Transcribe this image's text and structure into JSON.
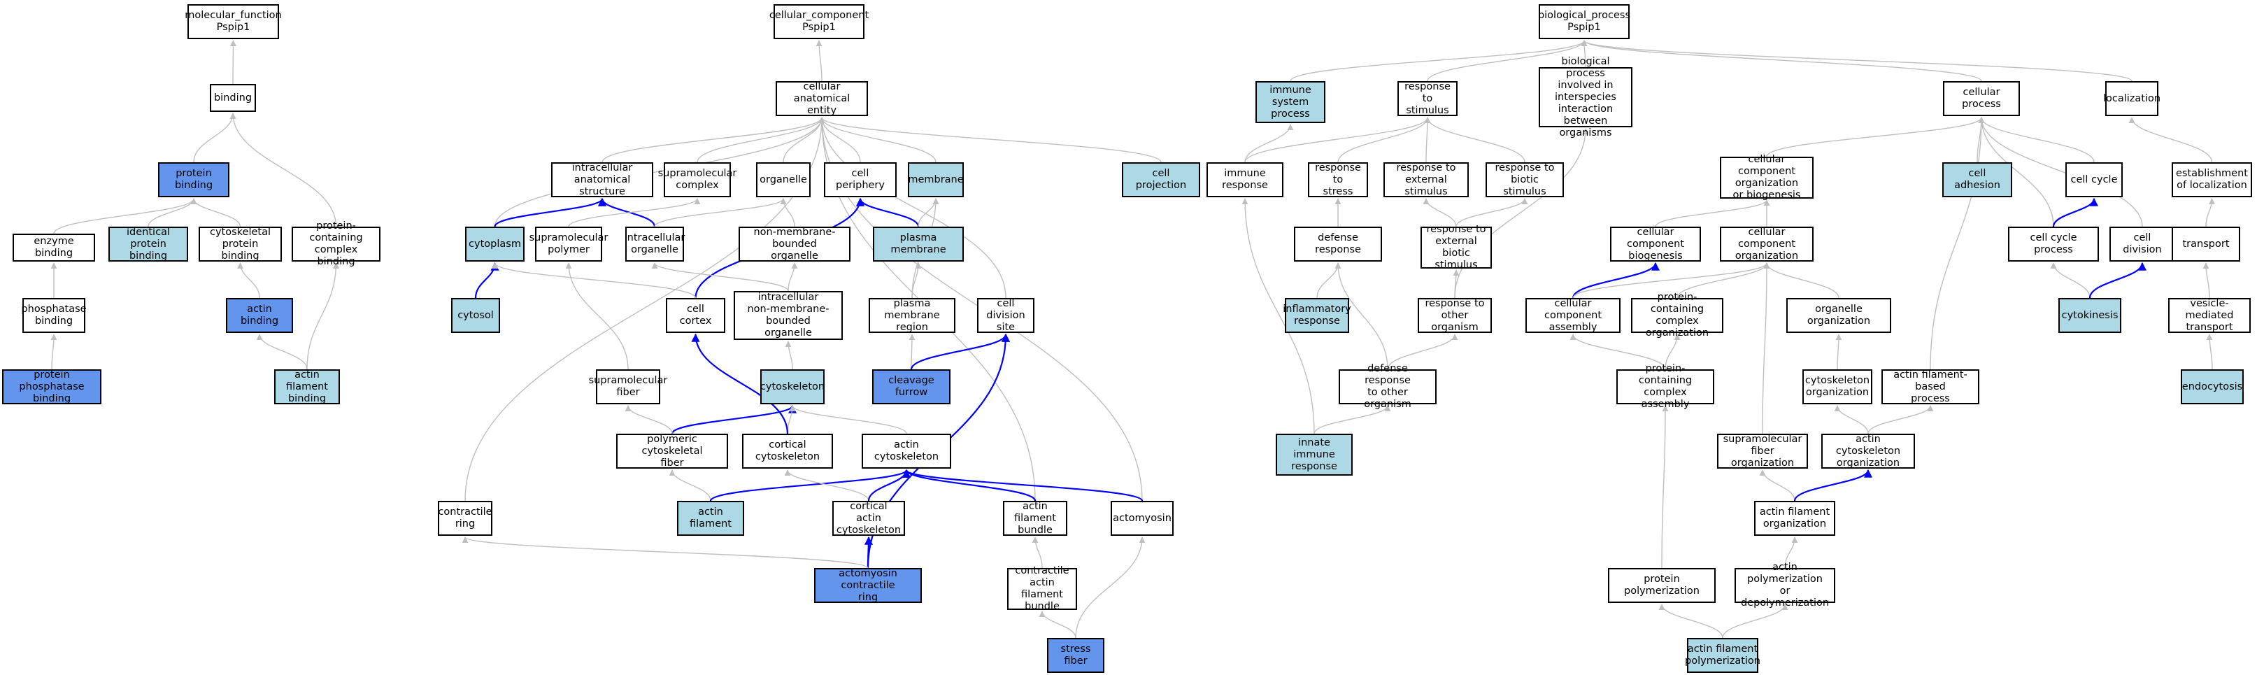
{
  "colors": {
    "white": "#ffffff",
    "light": "#add8e6",
    "blue": "#6495ed",
    "edge_gray": "#bfbfbf",
    "edge_blue": "#0000ff"
  },
  "nodes": [
    {
      "id": "mf",
      "label": "molecular_function\nPspip1",
      "fill": "white"
    },
    {
      "id": "binding",
      "label": "binding",
      "fill": "white"
    },
    {
      "id": "protein_binding",
      "label": "protein binding",
      "fill": "blue"
    },
    {
      "id": "enzyme_binding",
      "label": "enzyme binding",
      "fill": "white"
    },
    {
      "id": "identical_protein_binding",
      "label": "identical protein\nbinding",
      "fill": "light"
    },
    {
      "id": "cytoskeletal_protein_binding",
      "label": "cytoskeletal\nprotein binding",
      "fill": "white"
    },
    {
      "id": "protein_containing_complex_binding",
      "label": "protein-containing\ncomplex binding",
      "fill": "white"
    },
    {
      "id": "phosphatase_binding",
      "label": "phosphatase\nbinding",
      "fill": "white"
    },
    {
      "id": "actin_binding",
      "label": "actin binding",
      "fill": "blue"
    },
    {
      "id": "protein_phosphatase_binding",
      "label": "protein phosphatase\nbinding",
      "fill": "blue"
    },
    {
      "id": "actin_filament_binding",
      "label": "actin filament\nbinding",
      "fill": "light"
    },
    {
      "id": "cc",
      "label": "cellular_component\nPspip1",
      "fill": "white"
    },
    {
      "id": "cae",
      "label": "cellular anatomical\nentity",
      "fill": "white"
    },
    {
      "id": "ias",
      "label": "intracellular\nanatomical structure",
      "fill": "white"
    },
    {
      "id": "supcomplex",
      "label": "supramolecular\ncomplex",
      "fill": "white"
    },
    {
      "id": "organelle",
      "label": "organelle",
      "fill": "white"
    },
    {
      "id": "cell_periphery",
      "label": "cell periphery",
      "fill": "white"
    },
    {
      "id": "membrane",
      "label": "membrane",
      "fill": "light"
    },
    {
      "id": "cell_projection",
      "label": "cell projection",
      "fill": "light"
    },
    {
      "id": "cytoplasm",
      "label": "cytoplasm",
      "fill": "light"
    },
    {
      "id": "suppolymer",
      "label": "supramolecular\npolymer",
      "fill": "white"
    },
    {
      "id": "ic_organelle",
      "label": "intracellular\norganelle",
      "fill": "white"
    },
    {
      "id": "nmbo",
      "label": "non-membrane-bounded\norganelle",
      "fill": "white"
    },
    {
      "id": "plasma_membrane",
      "label": "plasma membrane",
      "fill": "light"
    },
    {
      "id": "cytosol",
      "label": "cytosol",
      "fill": "light"
    },
    {
      "id": "cell_cortex",
      "label": "cell cortex",
      "fill": "white"
    },
    {
      "id": "icnmbo",
      "label": "intracellular\nnon-membrane-bounded\norganelle",
      "fill": "white"
    },
    {
      "id": "pm_region",
      "label": "plasma membrane\nregion",
      "fill": "white"
    },
    {
      "id": "cds",
      "label": "cell division\nsite",
      "fill": "white"
    },
    {
      "id": "supfiber",
      "label": "supramolecular\nfiber",
      "fill": "white"
    },
    {
      "id": "cytoskeleton",
      "label": "cytoskeleton",
      "fill": "light"
    },
    {
      "id": "cleavage_furrow",
      "label": "cleavage furrow",
      "fill": "blue"
    },
    {
      "id": "pcf",
      "label": "polymeric cytoskeletal\nfiber",
      "fill": "white"
    },
    {
      "id": "cortical_cytoskeleton",
      "label": "cortical cytoskeleton",
      "fill": "white"
    },
    {
      "id": "actin_cytoskeleton",
      "label": "actin cytoskeleton",
      "fill": "white"
    },
    {
      "id": "contractile_ring",
      "label": "contractile\nring",
      "fill": "white"
    },
    {
      "id": "actin_filament",
      "label": "actin filament",
      "fill": "light"
    },
    {
      "id": "cac",
      "label": "cortical actin\ncytoskeleton",
      "fill": "white"
    },
    {
      "id": "afb",
      "label": "actin filament\nbundle",
      "fill": "white"
    },
    {
      "id": "actomyosin",
      "label": "actomyosin",
      "fill": "white"
    },
    {
      "id": "acr",
      "label": "actomyosin contractile\nring",
      "fill": "blue"
    },
    {
      "id": "cafb",
      "label": "contractile\nactin filament\nbundle",
      "fill": "white"
    },
    {
      "id": "stress_fiber",
      "label": "stress fiber",
      "fill": "blue"
    },
    {
      "id": "bp",
      "label": "biological_process\nPspip1",
      "fill": "white"
    },
    {
      "id": "isp",
      "label": "immune system\nprocess",
      "fill": "light"
    },
    {
      "id": "rts",
      "label": "response to\nstimulus",
      "fill": "white"
    },
    {
      "id": "bpii",
      "label": "biological process\ninvolved in\ninterspecies\ninteraction\nbetween organisms",
      "fill": "white"
    },
    {
      "id": "cellular_process",
      "label": "cellular process",
      "fill": "white"
    },
    {
      "id": "localization",
      "label": "localization",
      "fill": "white"
    },
    {
      "id": "immune_response",
      "label": "immune response",
      "fill": "white"
    },
    {
      "id": "rtstress",
      "label": "response to\nstress",
      "fill": "white"
    },
    {
      "id": "rtes",
      "label": "response to\nexternal stimulus",
      "fill": "white"
    },
    {
      "id": "rtbs",
      "label": "response to\nbiotic stimulus",
      "fill": "white"
    },
    {
      "id": "ccob",
      "label": "cellular component\norganization\nor biogenesis",
      "fill": "white"
    },
    {
      "id": "cell_adhesion",
      "label": "cell adhesion",
      "fill": "light"
    },
    {
      "id": "cell_cycle",
      "label": "cell cycle",
      "fill": "white"
    },
    {
      "id": "eol",
      "label": "establishment\nof localization",
      "fill": "white"
    },
    {
      "id": "defense_response",
      "label": "defense response",
      "fill": "white"
    },
    {
      "id": "rtebs",
      "label": "response to\nexternal biotic\nstimulus",
      "fill": "white"
    },
    {
      "id": "ccbiogenesis",
      "label": "cellular component\nbiogenesis",
      "fill": "white"
    },
    {
      "id": "ccorganization",
      "label": "cellular component\norganization",
      "fill": "white"
    },
    {
      "id": "ccp",
      "label": "cell cycle process",
      "fill": "white"
    },
    {
      "id": "cell_division",
      "label": "cell division",
      "fill": "white"
    },
    {
      "id": "transport",
      "label": "transport",
      "fill": "white"
    },
    {
      "id": "inflammatory_response",
      "label": "inflammatory\nresponse",
      "fill": "light"
    },
    {
      "id": "rtoo",
      "label": "response to\nother organism",
      "fill": "white"
    },
    {
      "id": "cca",
      "label": "cellular component\nassembly",
      "fill": "white"
    },
    {
      "id": "pcco",
      "label": "protein-containing\ncomplex organization",
      "fill": "white"
    },
    {
      "id": "organelle_org",
      "label": "organelle organization",
      "fill": "white"
    },
    {
      "id": "cytokinesis",
      "label": "cytokinesis",
      "fill": "light"
    },
    {
      "id": "vmt",
      "label": "vesicle-mediated\ntransport",
      "fill": "white"
    },
    {
      "id": "drtoo",
      "label": "defense response\nto other organism",
      "fill": "white"
    },
    {
      "id": "pcca",
      "label": "protein-containing\ncomplex assembly",
      "fill": "white"
    },
    {
      "id": "cytoskeleton_org",
      "label": "cytoskeleton\norganization",
      "fill": "white"
    },
    {
      "id": "afbp",
      "label": "actin filament-based\nprocess",
      "fill": "white"
    },
    {
      "id": "endocytosis",
      "label": "endocytosis",
      "fill": "light"
    },
    {
      "id": "innate_immune_response",
      "label": "innate immune\nresponse",
      "fill": "light"
    },
    {
      "id": "sfo",
      "label": "supramolecular\nfiber organization",
      "fill": "white"
    },
    {
      "id": "aco",
      "label": "actin cytoskeleton\norganization",
      "fill": "white"
    },
    {
      "id": "afo",
      "label": "actin filament\norganization",
      "fill": "white"
    },
    {
      "id": "protein_polymerization",
      "label": "protein polymerization",
      "fill": "white"
    },
    {
      "id": "apdp",
      "label": "actin polymerization\nor depolymerization",
      "fill": "white"
    },
    {
      "id": "afp",
      "label": "actin filament\npolymerization",
      "fill": "light"
    }
  ],
  "edges": [
    {
      "from": "binding",
      "to": "mf",
      "c": "g"
    },
    {
      "from": "protein_binding",
      "to": "binding",
      "c": "g"
    },
    {
      "from": "protein_containing_complex_binding",
      "to": "binding",
      "c": "g"
    },
    {
      "from": "enzyme_binding",
      "to": "protein_binding",
      "c": "g"
    },
    {
      "from": "identical_protein_binding",
      "to": "protein_binding",
      "c": "g"
    },
    {
      "from": "cytoskeletal_protein_binding",
      "to": "protein_binding",
      "c": "g"
    },
    {
      "from": "phosphatase_binding",
      "to": "enzyme_binding",
      "c": "g"
    },
    {
      "from": "protein_phosphatase_binding",
      "to": "phosphatase_binding",
      "c": "g"
    },
    {
      "from": "actin_binding",
      "to": "cytoskeletal_protein_binding",
      "c": "g"
    },
    {
      "from": "actin_filament_binding",
      "to": "actin_binding",
      "c": "g"
    },
    {
      "from": "actin_filament_binding",
      "to": "protein_containing_complex_binding",
      "c": "g"
    },
    {
      "from": "cae",
      "to": "cc",
      "c": "g"
    },
    {
      "from": "ias",
      "to": "cae",
      "c": "g"
    },
    {
      "from": "supcomplex",
      "to": "cae",
      "c": "g"
    },
    {
      "from": "organelle",
      "to": "cae",
      "c": "g"
    },
    {
      "from": "cell_periphery",
      "to": "cae",
      "c": "g"
    },
    {
      "from": "membrane",
      "to": "cae",
      "c": "g"
    },
    {
      "from": "cell_projection",
      "to": "cae",
      "c": "g"
    },
    {
      "from": "cytoplasm",
      "to": "cae",
      "c": "g"
    },
    {
      "from": "cds",
      "to": "cae",
      "c": "g"
    },
    {
      "from": "actomyosin",
      "to": "cae",
      "c": "g"
    },
    {
      "from": "afb",
      "to": "cae",
      "c": "g"
    },
    {
      "from": "contractile_ring",
      "to": "cae",
      "c": "g"
    },
    {
      "from": "cytoplasm",
      "to": "ias",
      "c": "b"
    },
    {
      "from": "ic_organelle",
      "to": "ias",
      "c": "b"
    },
    {
      "from": "cytosol",
      "to": "cytoplasm",
      "c": "b"
    },
    {
      "from": "suppolymer",
      "to": "supcomplex",
      "c": "g"
    },
    {
      "from": "ic_organelle",
      "to": "organelle",
      "c": "g"
    },
    {
      "from": "nmbo",
      "to": "organelle",
      "c": "g"
    },
    {
      "from": "plasma_membrane",
      "to": "cell_periphery",
      "c": "b"
    },
    {
      "from": "cell_cortex",
      "to": "cell_periphery",
      "c": "b"
    },
    {
      "from": "plasma_membrane",
      "to": "membrane",
      "c": "g"
    },
    {
      "from": "pm_region",
      "to": "membrane",
      "c": "g"
    },
    {
      "from": "supfiber",
      "to": "suppolymer",
      "c": "g"
    },
    {
      "from": "icnmbo",
      "to": "nmbo",
      "c": "g"
    },
    {
      "from": "icnmbo",
      "to": "ic_organelle",
      "c": "g"
    },
    {
      "from": "cell_cortex",
      "to": "cytoplasm",
      "c": "g"
    },
    {
      "from": "cytoskeleton",
      "to": "icnmbo",
      "c": "g"
    },
    {
      "from": "pm_region",
      "to": "plasma_membrane",
      "c": "g"
    },
    {
      "from": "cleavage_furrow",
      "to": "pm_region",
      "c": "g"
    },
    {
      "from": "cleavage_furrow",
      "to": "cds",
      "c": "b"
    },
    {
      "from": "acr",
      "to": "cds",
      "c": "b"
    },
    {
      "from": "pcf",
      "to": "cytoskeleton",
      "c": "b"
    },
    {
      "from": "pcf",
      "to": "supfiber",
      "c": "g"
    },
    {
      "from": "cortical_cytoskeleton",
      "to": "cytoskeleton",
      "c": "g"
    },
    {
      "from": "actin_cytoskeleton",
      "to": "cytoskeleton",
      "c": "g"
    },
    {
      "from": "cortical_cytoskeleton",
      "to": "cell_cortex",
      "c": "b"
    },
    {
      "from": "actin_filament",
      "to": "pcf",
      "c": "g"
    },
    {
      "from": "actin_filament",
      "to": "actin_cytoskeleton",
      "c": "b"
    },
    {
      "from": "cac",
      "to": "cortical_cytoskeleton",
      "c": "g"
    },
    {
      "from": "cac",
      "to": "actin_cytoskeleton",
      "c": "b"
    },
    {
      "from": "afb",
      "to": "actin_cytoskeleton",
      "c": "b"
    },
    {
      "from": "actomyosin",
      "to": "actin_cytoskeleton",
      "c": "b"
    },
    {
      "from": "acr",
      "to": "cac",
      "c": "b"
    },
    {
      "from": "acr",
      "to": "contractile_ring",
      "c": "g"
    },
    {
      "from": "cafb",
      "to": "afb",
      "c": "g"
    },
    {
      "from": "stress_fiber",
      "to": "cafb",
      "c": "g"
    },
    {
      "from": "stress_fiber",
      "to": "actomyosin",
      "c": "g"
    },
    {
      "from": "isp",
      "to": "bp",
      "c": "g"
    },
    {
      "from": "rts",
      "to": "bp",
      "c": "g"
    },
    {
      "from": "bpii",
      "to": "bp",
      "c": "g"
    },
    {
      "from": "cellular_process",
      "to": "bp",
      "c": "g"
    },
    {
      "from": "localization",
      "to": "bp",
      "c": "g"
    },
    {
      "from": "immune_response",
      "to": "isp",
      "c": "g"
    },
    {
      "from": "immune_response",
      "to": "rts",
      "c": "g"
    },
    {
      "from": "rtstress",
      "to": "rts",
      "c": "g"
    },
    {
      "from": "rtes",
      "to": "rts",
      "c": "g"
    },
    {
      "from": "rtbs",
      "to": "rts",
      "c": "g"
    },
    {
      "from": "ccob",
      "to": "cellular_process",
      "c": "g"
    },
    {
      "from": "cell_adhesion",
      "to": "cellular_process",
      "c": "g"
    },
    {
      "from": "cell_cycle",
      "to": "cellular_process",
      "c": "g"
    },
    {
      "from": "ccp",
      "to": "cellular_process",
      "c": "g"
    },
    {
      "from": "cell_division",
      "to": "cellular_process",
      "c": "g"
    },
    {
      "from": "afbp",
      "to": "cellular_process",
      "c": "g"
    },
    {
      "from": "eol",
      "to": "localization",
      "c": "g"
    },
    {
      "from": "defense_response",
      "to": "rtstress",
      "c": "g"
    },
    {
      "from": "rtebs",
      "to": "rtes",
      "c": "g"
    },
    {
      "from": "rtebs",
      "to": "rtbs",
      "c": "g"
    },
    {
      "from": "ccbiogenesis",
      "to": "ccob",
      "c": "g"
    },
    {
      "from": "ccorganization",
      "to": "ccob",
      "c": "g"
    },
    {
      "from": "ccp",
      "to": "cell_cycle",
      "c": "b"
    },
    {
      "from": "transport",
      "to": "eol",
      "c": "g"
    },
    {
      "from": "inflammatory_response",
      "to": "defense_response",
      "c": "g"
    },
    {
      "from": "rtoo",
      "to": "rtebs",
      "c": "g"
    },
    {
      "from": "rtoo",
      "to": "bpii",
      "c": "g"
    },
    {
      "from": "cca",
      "to": "ccbiogenesis",
      "c": "b"
    },
    {
      "from": "cca",
      "to": "ccorganization",
      "c": "g"
    },
    {
      "from": "pcco",
      "to": "ccorganization",
      "c": "g"
    },
    {
      "from": "organelle_org",
      "to": "ccorganization",
      "c": "g"
    },
    {
      "from": "sfo",
      "to": "ccorganization",
      "c": "g"
    },
    {
      "from": "cytokinesis",
      "to": "ccp",
      "c": "g"
    },
    {
      "from": "cytokinesis",
      "to": "cell_division",
      "c": "b"
    },
    {
      "from": "vmt",
      "to": "transport",
      "c": "g"
    },
    {
      "from": "drtoo",
      "to": "defense_response",
      "c": "g"
    },
    {
      "from": "drtoo",
      "to": "rtoo",
      "c": "g"
    },
    {
      "from": "pcca",
      "to": "cca",
      "c": "g"
    },
    {
      "from": "pcca",
      "to": "pcco",
      "c": "g"
    },
    {
      "from": "cytoskeleton_org",
      "to": "organelle_org",
      "c": "g"
    },
    {
      "from": "endocytosis",
      "to": "vmt",
      "c": "g"
    },
    {
      "from": "innate_immune_response",
      "to": "drtoo",
      "c": "g"
    },
    {
      "from": "innate_immune_response",
      "to": "immune_response",
      "c": "g"
    },
    {
      "from": "aco",
      "to": "cytoskeleton_org",
      "c": "g"
    },
    {
      "from": "aco",
      "to": "afbp",
      "c": "g"
    },
    {
      "from": "afo",
      "to": "sfo",
      "c": "g"
    },
    {
      "from": "afo",
      "to": "aco",
      "c": "b"
    },
    {
      "from": "apdp",
      "to": "afo",
      "c": "g"
    },
    {
      "from": "afp",
      "to": "protein_polymerization",
      "c": "g"
    },
    {
      "from": "afp",
      "to": "apdp",
      "c": "g"
    },
    {
      "from": "protein_polymerization",
      "to": "pcca",
      "c": "g"
    }
  ]
}
